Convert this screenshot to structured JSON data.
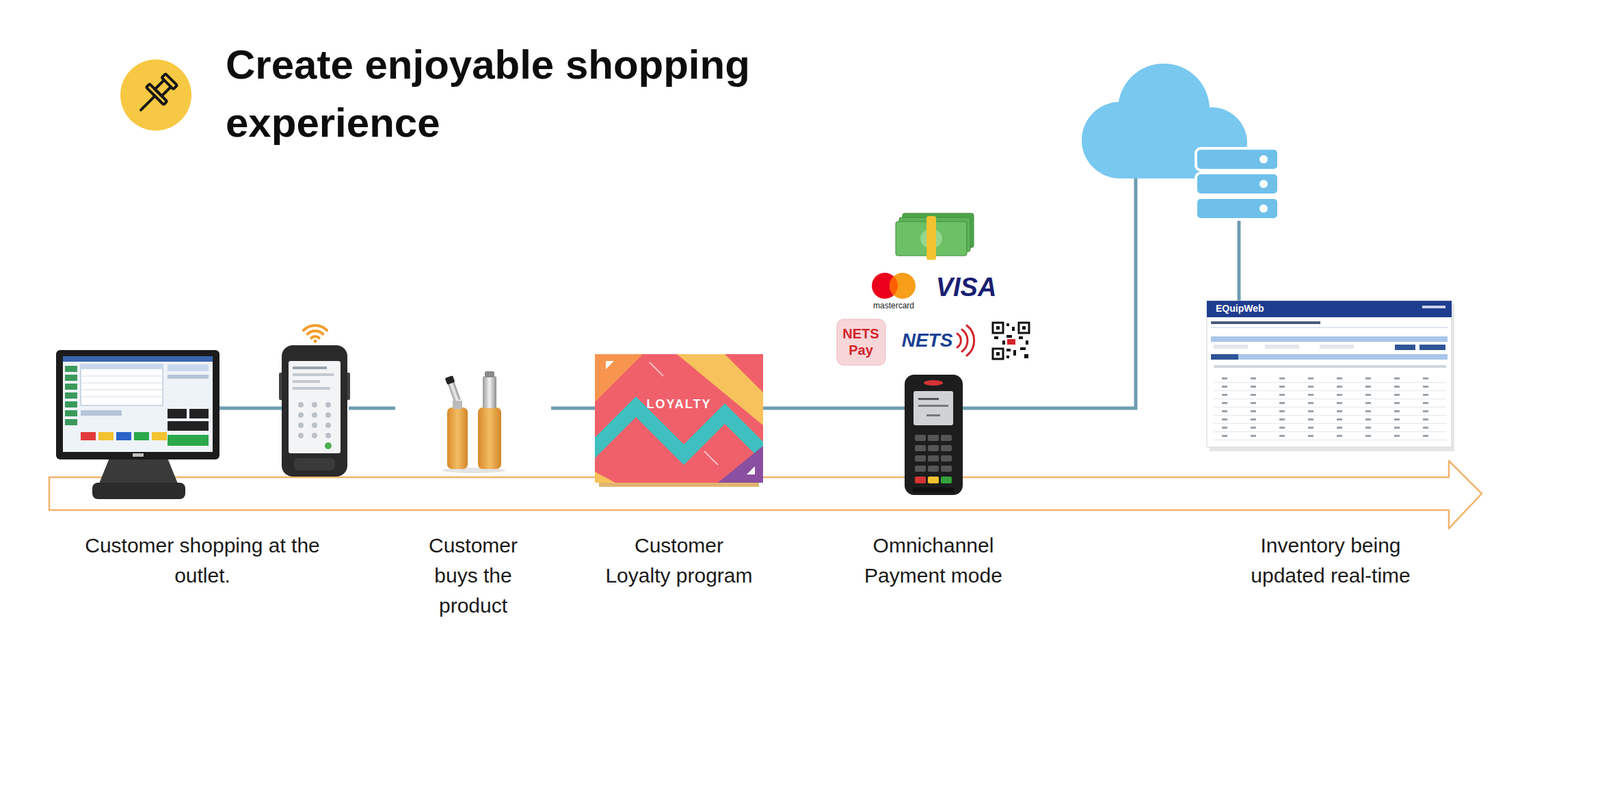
{
  "diagram": {
    "title": "Create enjoyable shopping experience",
    "nodes": [
      {
        "text": [
          "Customer shopping at the outlet."
        ]
      },
      {
        "text": [
          "Customer buys the product"
        ]
      },
      {
        "text": [
          "Customer Loyalty program"
        ]
      },
      {
        "text": [
          "Omnichannel Payment mode"
        ]
      },
      {
        "text": [
          "Inventory being updated real-time"
        ]
      }
    ],
    "edges": [
      {
        "from": 0,
        "to": 1,
        "arrow": "none"
      },
      {
        "from": 1,
        "to": 2,
        "arrow": "none"
      },
      {
        "from": 2,
        "to": 3,
        "arrow": "none"
      },
      {
        "from": 3,
        "to": 4,
        "arrow": "none"
      }
    ],
    "labels": [
      "LOYALTY",
      "mastercard",
      "VISA",
      "NETS Pay",
      "NETS",
      "EQuipWeb"
    ]
  }
}
